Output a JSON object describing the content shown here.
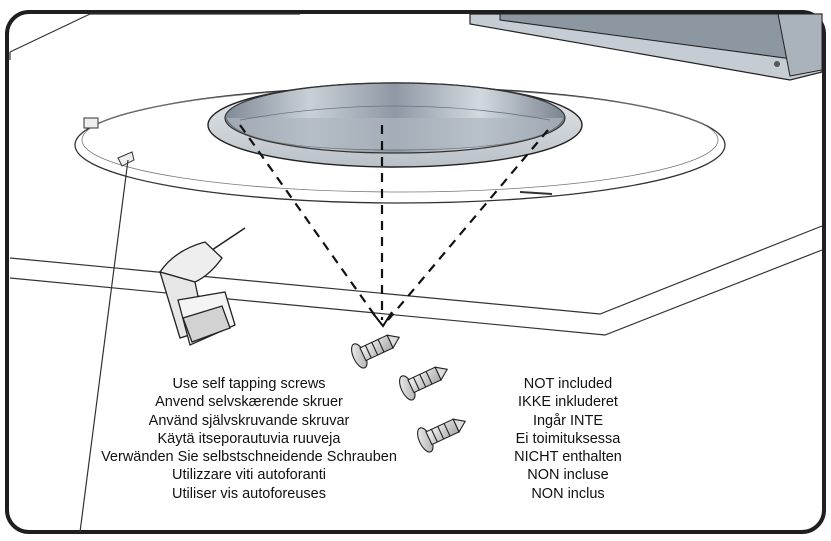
{
  "instructions": {
    "left_lines": [
      "Use self tapping screws",
      "Anvend selvskærende skruer",
      "Använd självskruvande skruvar",
      "Käytä itseporautuvia ruuveja",
      "Verwänden Sie selbstschneidende Schrauben",
      "Utilizzare viti autoforanti",
      "Utiliser vis autoforeuses"
    ],
    "right_lines": [
      "NOT included",
      "IKKE inkluderet",
      "Ingår INTE",
      "Ei toimituksessa",
      "NICHT enthalten",
      "NON incluse",
      "NON inclus"
    ]
  },
  "colors": {
    "frame": "#222222",
    "duct_metal": "#9aa6b2",
    "line": "#333333"
  }
}
